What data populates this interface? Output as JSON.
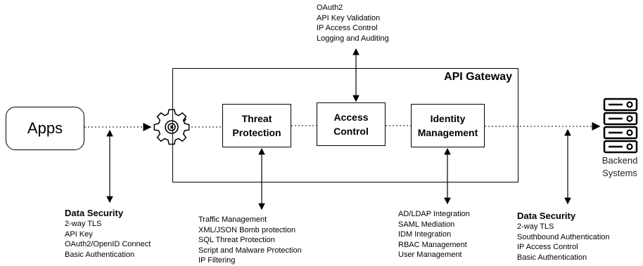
{
  "apps_label": "Apps",
  "gateway_title": "API Gateway",
  "threat_protection": [
    "Threat",
    "Protection"
  ],
  "access_control": [
    "Access",
    "Control"
  ],
  "identity_management": [
    "Identity",
    "Management"
  ],
  "backend": [
    "Backend",
    "Systems"
  ],
  "top_notes": [
    "OAuth2",
    "API Key Validation",
    "IP Access Control",
    "Logging and Auditing"
  ],
  "data_security_left": {
    "heading": "Data Security",
    "items": [
      "2-way TLS",
      "API Key",
      "OAuth2/OpenID Connect",
      "Basic Authentication"
    ]
  },
  "threat_notes": [
    "Traffic Management",
    "XML/JSON Bomb protection",
    "SQL Threat Protection",
    "Script and Malware Protection",
    "IP Filtering"
  ],
  "identity_notes": [
    "AD/LDAP Integration",
    "SAML Mediation",
    "IDM Integration",
    "RBAC Management",
    "User Management"
  ],
  "data_security_right": {
    "heading": "Data Security",
    "items": [
      "2-way TLS",
      "Southbound Authentication",
      "IP Access Control",
      "Basic Authentication"
    ]
  },
  "colors": {
    "line": "#000000",
    "background": "#ffffff"
  },
  "icons": [
    "gear-icon",
    "server-rack-icon"
  ]
}
